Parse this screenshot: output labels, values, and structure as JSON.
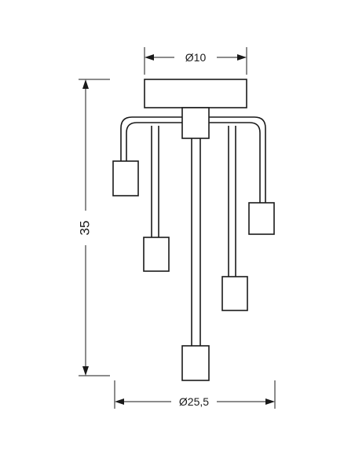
{
  "dimensions": {
    "top_diameter": "Ø10",
    "bottom_diameter": "Ø25,5",
    "height": "35"
  },
  "colors": {
    "line": "#1a1a1a",
    "background": "#ffffff"
  }
}
